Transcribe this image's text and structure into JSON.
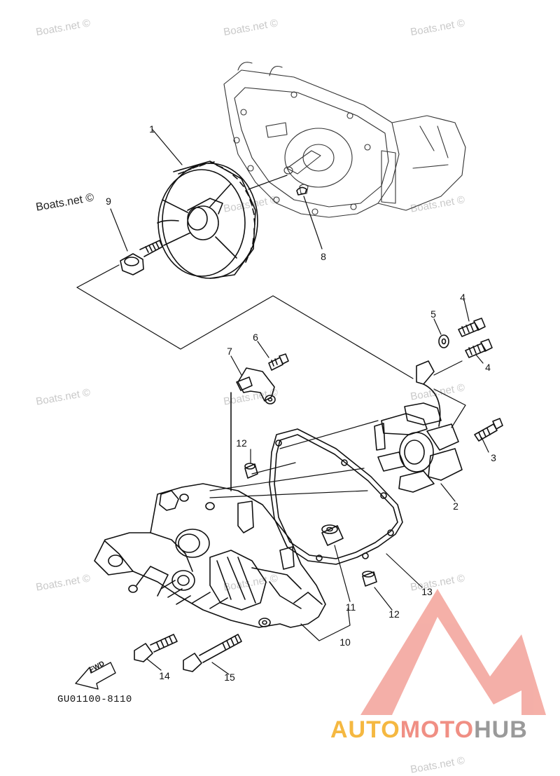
{
  "watermarks": [
    "Boats.net ©",
    "Boats.net ©",
    "Boats.net ©",
    "Boats.net ©",
    "Boats.net ©",
    "Boats.net ©",
    "Boats.net ©",
    "Boats.net ©",
    "Boats.net ©",
    "Boats.net ©",
    "Boats.net ©",
    "Boats.net ©"
  ],
  "watermark_main": "Boats.net ©",
  "callouts": [
    "1",
    "9",
    "8",
    "4",
    "5",
    "6",
    "7",
    "4",
    "12",
    "3",
    "2",
    "11",
    "13",
    "12",
    "10",
    "14",
    "15"
  ],
  "fwd_label": "FWD",
  "figure_code": "GU01100-8110",
  "brand": {
    "part1": "AUTO",
    "part2": "MOTO",
    "part3": "HUB"
  },
  "colors": {
    "line": "#111111",
    "watermark": "#c9c9c9",
    "brand_orange": "#f5b841",
    "brand_red": "#f08f84",
    "brand_gray": "#9a9a9a"
  }
}
